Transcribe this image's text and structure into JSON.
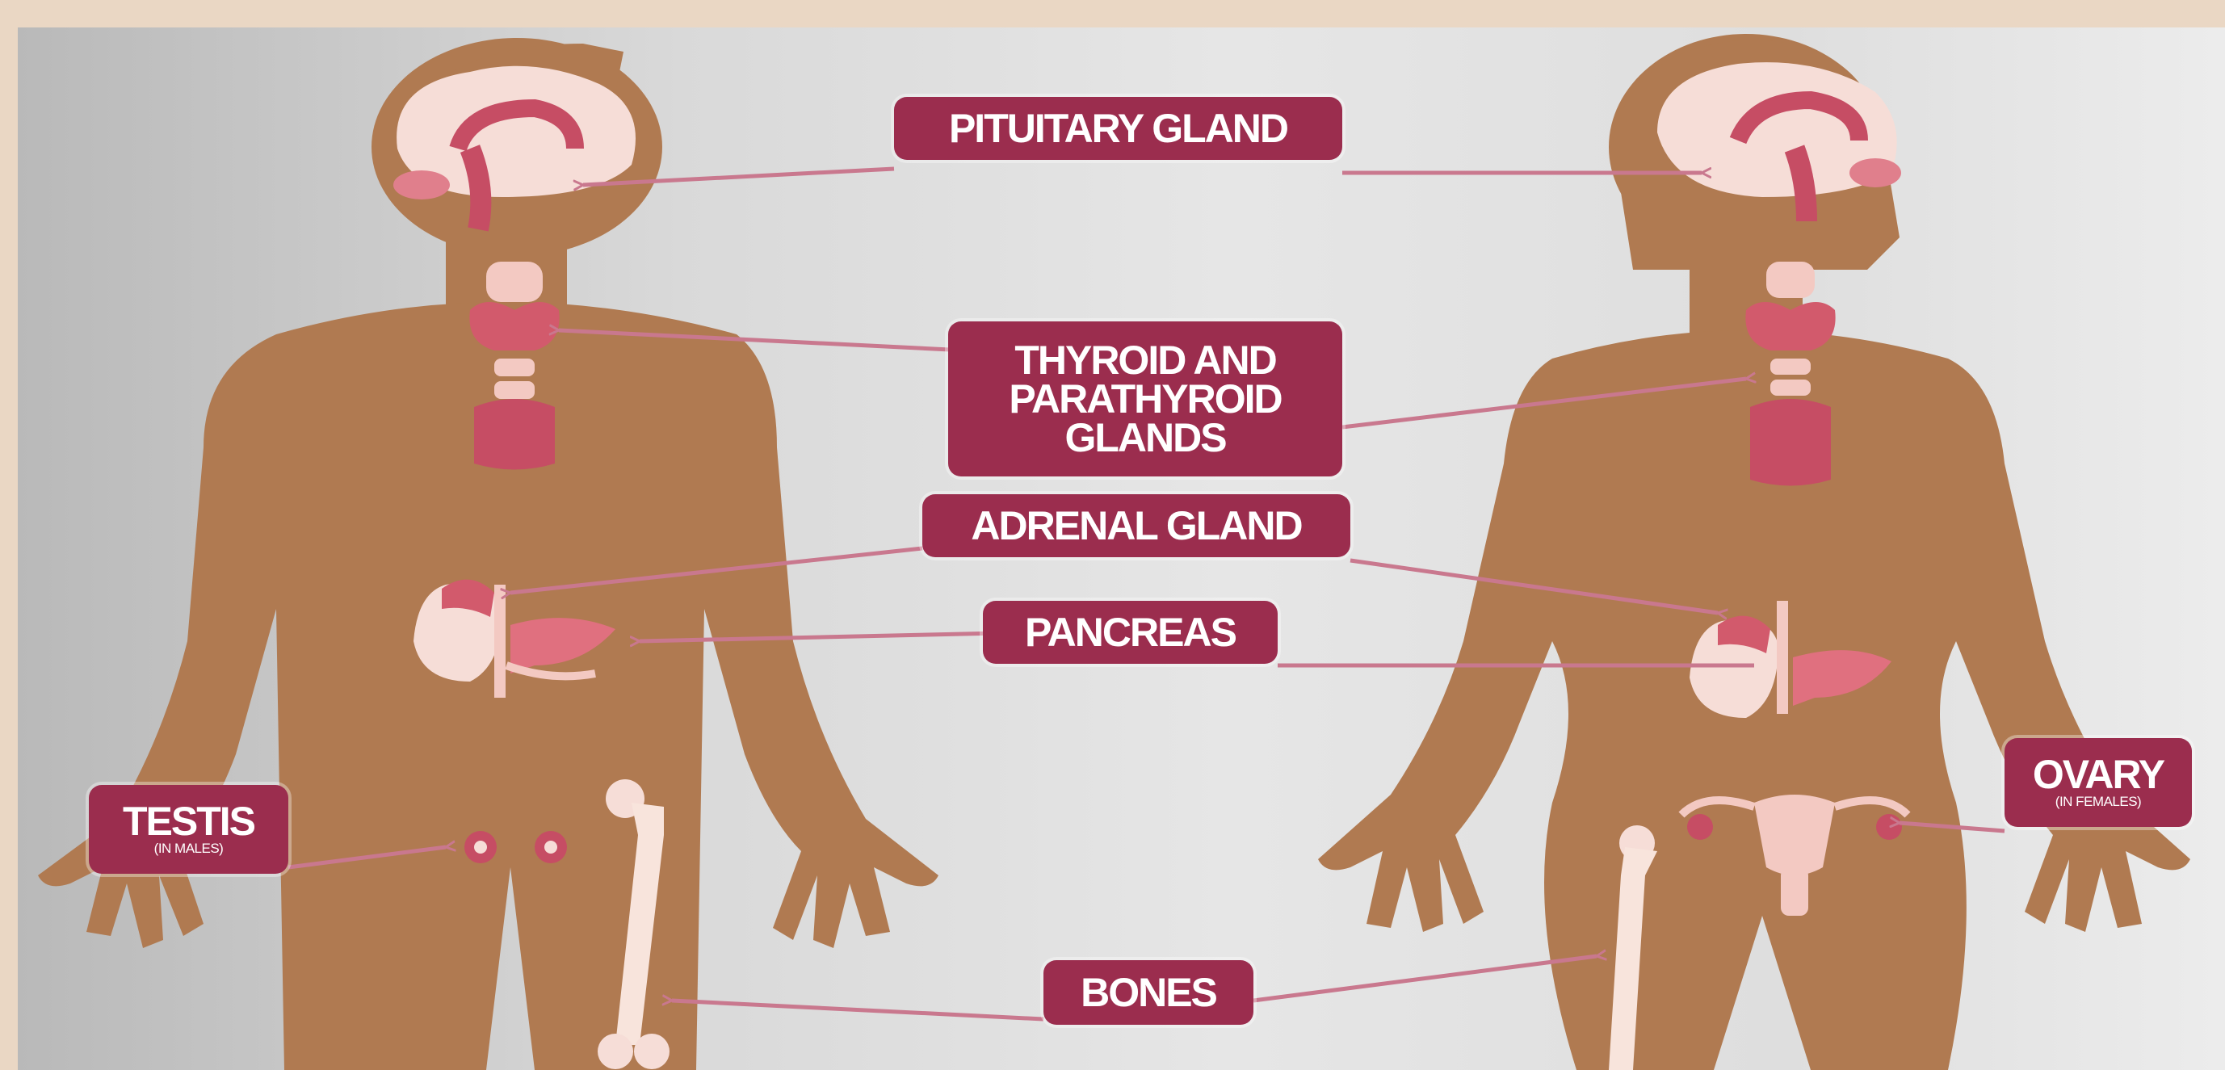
{
  "labels": {
    "pituitary": "PITUITARY GLAND",
    "thyroid_line1": "THYROID AND",
    "thyroid_line2": "PARATHYROID",
    "thyroid_line3": "GLANDS",
    "adrenal": "ADRENAL GLAND",
    "pancreas": "PANCREAS",
    "testis": "TESTIS",
    "testis_note": "(IN MALES)",
    "ovary": "OVARY",
    "ovary_note": "(IN FEMALES)",
    "bones": "BONES"
  },
  "colors": {
    "body": "#b07a51",
    "label_bg": "#9b2d4e",
    "organ": "#c64d64",
    "connector": "#c9788e"
  }
}
